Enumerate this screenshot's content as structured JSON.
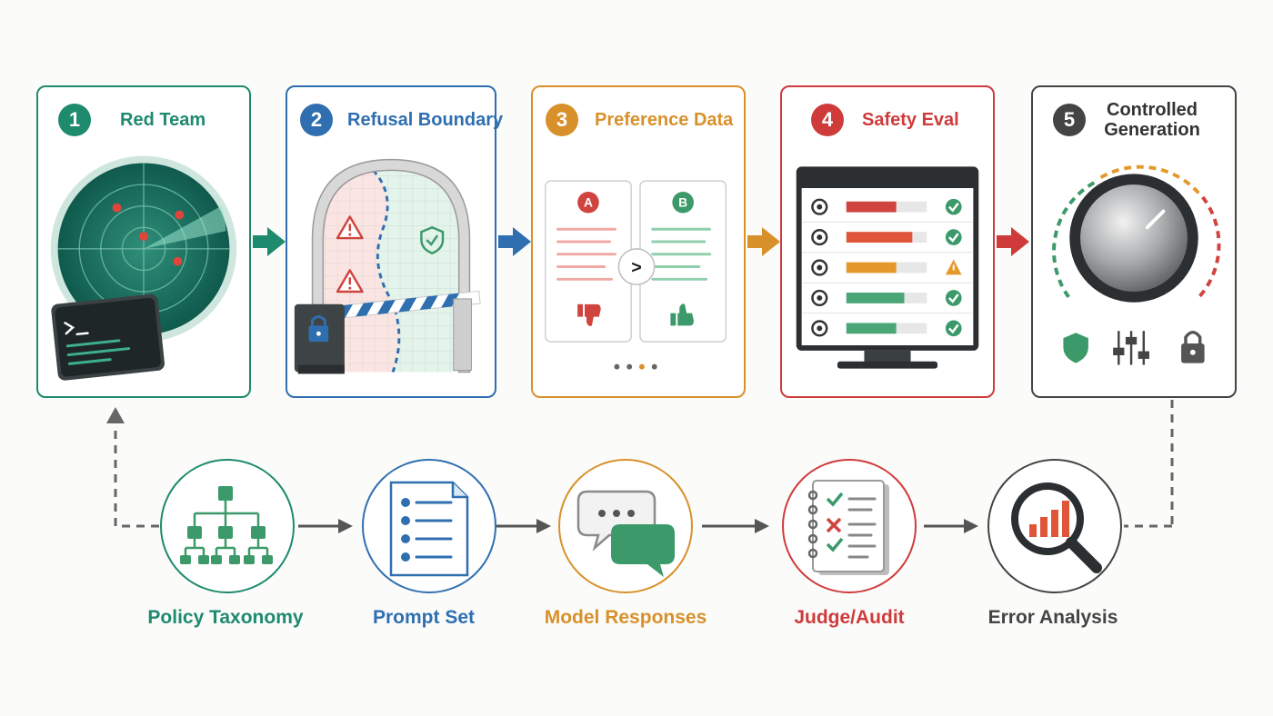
{
  "stages": [
    {
      "number": "1",
      "title": "Red Team",
      "color": "#1e8a6e"
    },
    {
      "number": "2",
      "title": "Refusal Boundary",
      "color": "#2f6fb0"
    },
    {
      "number": "3",
      "title": "Preference Data",
      "color": "#d8912a"
    },
    {
      "number": "4",
      "title": "Safety Eval",
      "color": "#cf3b3b"
    },
    {
      "number": "5",
      "title": "Controlled Generation",
      "color": "#444444"
    }
  ],
  "preference": {
    "option_a": "A",
    "option_b": "B",
    "compare_symbol": ">"
  },
  "eval_rows": [
    {
      "icon": "biohazard-icon",
      "fill_fraction": 0.62,
      "bar_color": "#d0443f",
      "status": "check"
    },
    {
      "icon": "lock-icon",
      "fill_fraction": 0.82,
      "bar_color": "#e0543a",
      "status": "check"
    },
    {
      "icon": "spy-icon",
      "fill_fraction": 0.62,
      "bar_color": "#e39a2b",
      "status": "warning"
    },
    {
      "icon": "chat-bubble-icon",
      "fill_fraction": 0.72,
      "bar_color": "#4aa676",
      "status": "check"
    },
    {
      "icon": "scales-icon",
      "fill_fraction": 0.62,
      "bar_color": "#4aa676",
      "status": "check"
    }
  ],
  "process": [
    {
      "label": "Policy Taxonomy",
      "color": "#1e8a6e",
      "icon": "hierarchy-icon"
    },
    {
      "label": "Prompt Set",
      "color": "#2f6fb0",
      "icon": "document-list-icon"
    },
    {
      "label": "Model Responses",
      "color": "#d8912a",
      "icon": "chat-bubbles-icon"
    },
    {
      "label": "Judge/Audit",
      "color": "#cf3b3b",
      "icon": "checklist-icon"
    },
    {
      "label": "Error Analysis",
      "color": "#444444",
      "icon": "magnifier-chart-icon"
    }
  ]
}
